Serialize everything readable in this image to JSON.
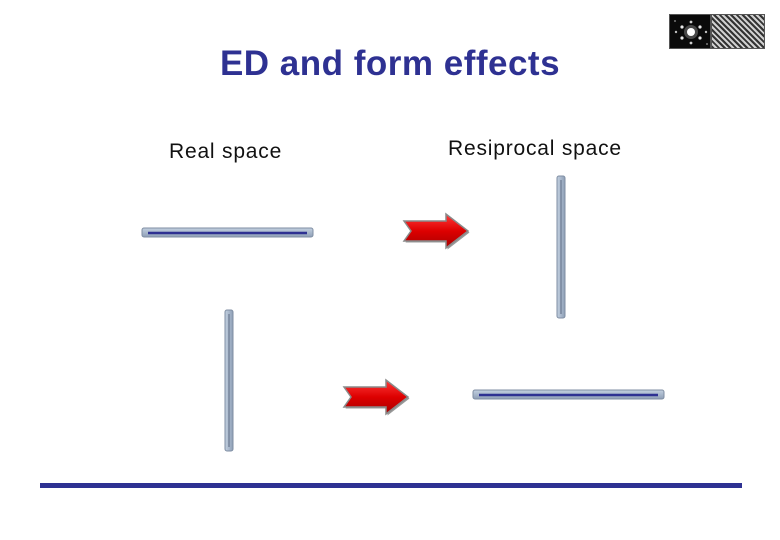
{
  "slide": {
    "title": "ED and form effects",
    "real_space_label": "Real space",
    "reciprocal_space_label": "Resiprocal space"
  },
  "colors": {
    "title": "#2e3192",
    "rod_fill": "#a7b7cc",
    "rod_edge": "#8796ab",
    "rod_core": "#2e3192",
    "arrow_fill": "#dd0000",
    "arrow_edge": "#8a8a8a",
    "baseline": "#2e3192"
  },
  "icons": {
    "diffraction_pattern": "electron-diffraction-pattern-thumbnail",
    "lattice_image": "hrtem-lattice-image-thumbnail"
  }
}
